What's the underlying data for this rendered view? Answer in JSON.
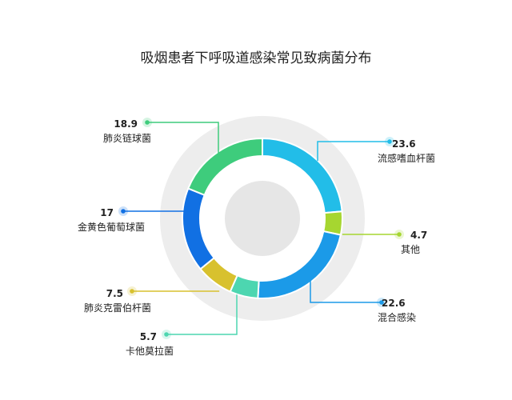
{
  "chart_data": {
    "type": "pie",
    "title": "吸烟患者下呼吸道感染常见致病菌分布",
    "slices": [
      {
        "label": "流感嗜血杆菌",
        "value": 23.6,
        "value_text": "23.6",
        "color": "#22bde8"
      },
      {
        "label": "其他",
        "value": 4.7,
        "value_text": "4.7",
        "color": "#a6d630"
      },
      {
        "label": "混合感染",
        "value": 22.6,
        "value_text": "22.6",
        "color": "#1b9ae8"
      },
      {
        "label": "卡他莫拉菌",
        "value": 5.7,
        "value_text": "5.7",
        "color": "#4dd6b0"
      },
      {
        "label": "肺炎克雷伯杆菌",
        "value": 7.5,
        "value_text": "7.5",
        "color": "#d8c12e"
      },
      {
        "label": "金黄色葡萄球菌",
        "value": 17,
        "value_text": "17",
        "color": "#1170e3"
      },
      {
        "label": "肺炎链球菌",
        "value": 18.9,
        "value_text": "18.9",
        "color": "#3ecc7c"
      }
    ]
  }
}
